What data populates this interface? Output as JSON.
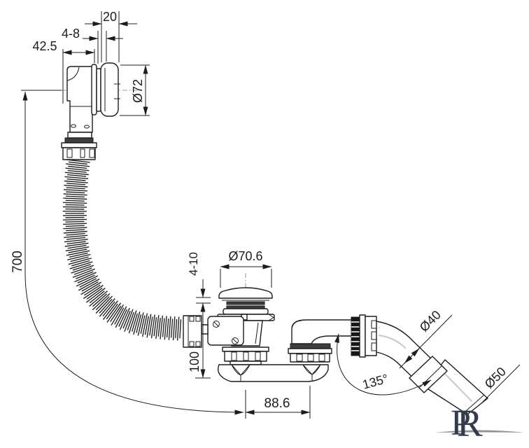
{
  "drawing": {
    "dimensions": {
      "cap_width": "20",
      "adjustment_range": "4-8",
      "body_depth": "42.5",
      "overflow_cover_diameter": "Ø72",
      "hose_length": "700",
      "plug_diameter": "Ø70.6",
      "plug_gap_range": "4-10",
      "install_height": "100",
      "center_distance": "88.6",
      "bend_angle": "135°",
      "pipe_diameter": "Ø40",
      "outlet_diameter": "Ø50"
    },
    "logo": {
      "letter_p": "P",
      "letter_r": "R"
    }
  }
}
